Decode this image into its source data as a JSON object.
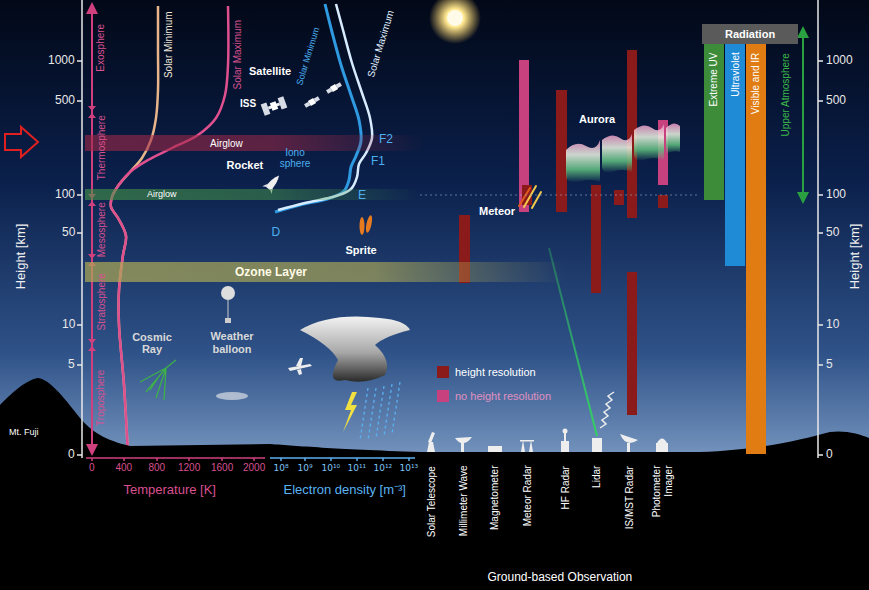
{
  "diagram": {
    "nodes": [
      {
        "text": [
          "Airglow"
        ]
      },
      {
        "text": [
          "Airglow"
        ]
      },
      {
        "text": [
          "Ozone Layer"
        ]
      },
      {
        "text": [
          "Radiation"
        ]
      },
      {
        "text": [
          "Extreme UV"
        ]
      },
      {
        "text": [
          "Ultraviolet"
        ]
      },
      {
        "text": [
          "Visible and IR"
        ]
      }
    ],
    "labels": [
      "Exosphere",
      "Thermosphere",
      "Mesosphere",
      "Stratosphere",
      "Troposphere",
      "Solar Minimum",
      "Solar Maximum",
      "Satellite",
      "ISS",
      "Rocket",
      "Iono sphere",
      "F2",
      "F1",
      "E",
      "D",
      "Solar Maximum",
      "Solar Minimum",
      "Sprite",
      "Meteor",
      "Aurora",
      "Cosmic Ray",
      "Weather balloon",
      "Mt. Fuji",
      "1000",
      "500",
      "100",
      "50",
      "10",
      "5",
      "0",
      "1000",
      "500",
      "100",
      "50",
      "10",
      "5",
      "0",
      "Height [km]",
      "Height [km]",
      "0",
      "400",
      "800",
      "1200",
      "1600",
      "2000",
      "Temperature [K]",
      "10⁸",
      "10⁹",
      "10¹⁰",
      "10¹¹",
      "10¹²",
      "10¹³",
      "Electron density [m⁻³]",
      "Solar Telescope",
      "Millimeter Wave",
      "Magnetometer",
      "Meteor Radar",
      "HF Radar",
      "Lidar",
      "IS/MST Radar",
      "Photometer Imager",
      "Ground-based Observation",
      "Upper Atmosphere"
    ],
    "legend": [
      {
        "text": "height resolution",
        "color": "#8b1a1a"
      },
      {
        "text": "no height resolution",
        "color": "#c8417f"
      }
    ]
  }
}
